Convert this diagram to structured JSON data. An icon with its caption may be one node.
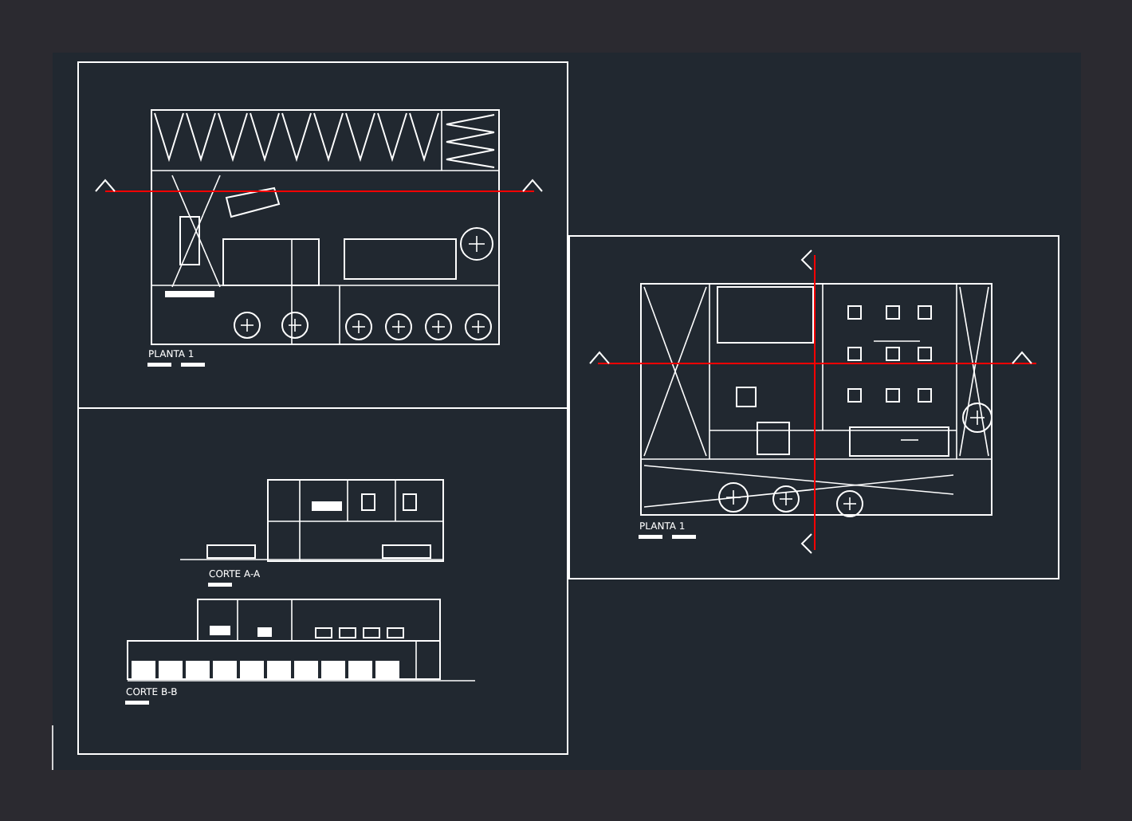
{
  "diagram": {
    "labels": [
      "PLANTA 1",
      "PLANTA 1",
      "CORTE A-A",
      "CORTE B-B"
    ]
  }
}
